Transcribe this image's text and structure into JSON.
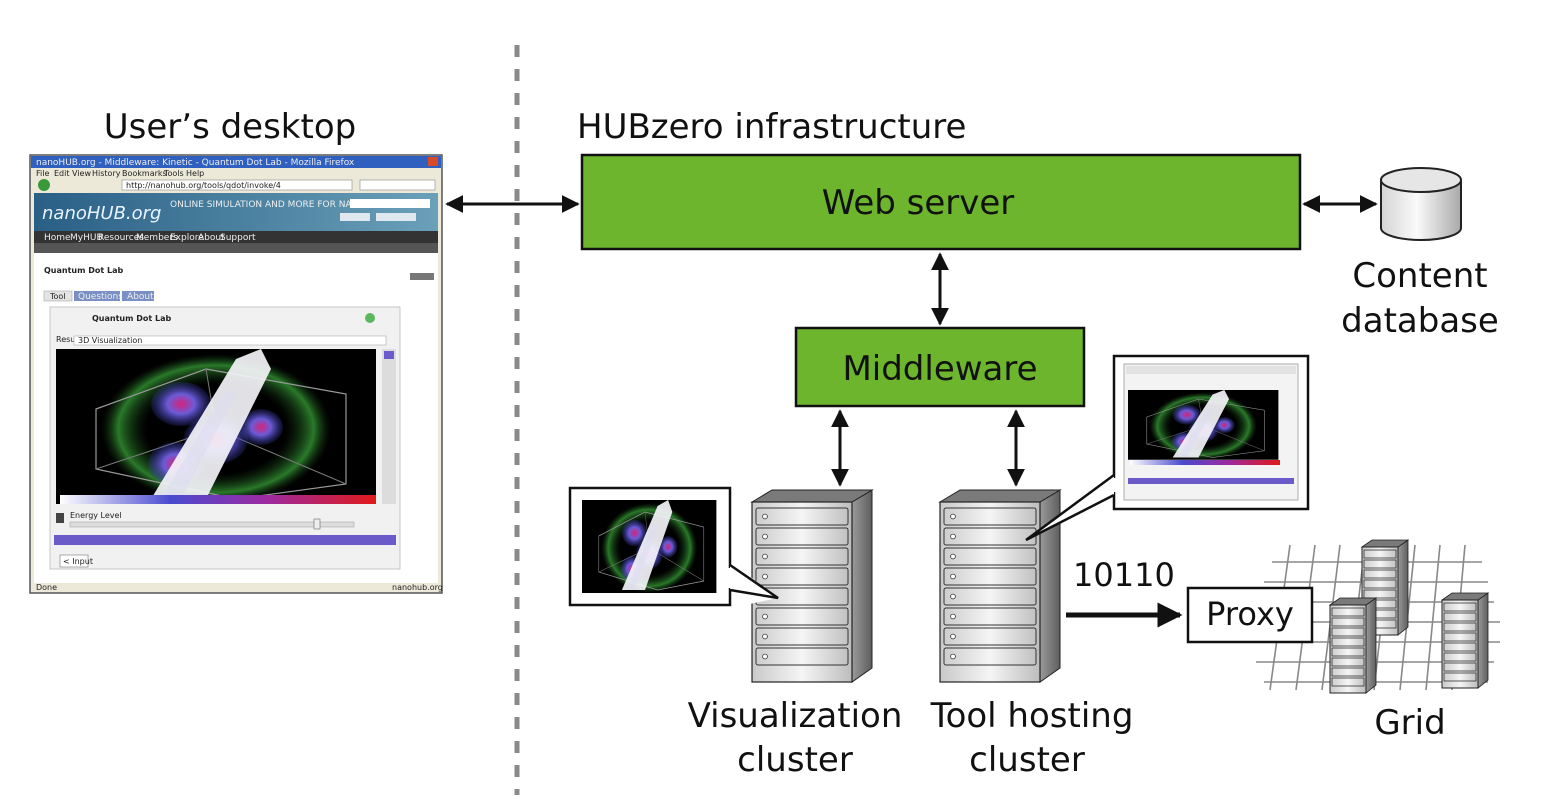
{
  "labels": {
    "user_desktop": "User’s desktop",
    "hubzero": "HUBzero infrastructure",
    "web_server": "Web server",
    "content_database_line1": "Content",
    "content_database_line2": "database",
    "middleware": "Middleware",
    "vis_cluster_line1": "Visualization",
    "vis_cluster_line2": "cluster",
    "tool_cluster_line1": "Tool hosting",
    "tool_cluster_line2": "cluster",
    "bits": "10110",
    "proxy": "Proxy",
    "grid": "Grid"
  },
  "browser": {
    "window_title": "nanoHUB.org - Middleware: Kinetic - Quantum Dot Lab - Mozilla Firefox",
    "menu": [
      "File",
      "Edit",
      "View",
      "History",
      "Bookmarks",
      "Tools",
      "Help"
    ],
    "url": "http://nanohub.org/tools/qdot/invoke/4",
    "logo": "nanoHUB.org",
    "tagline": "ONLINE SIMULATION AND MORE FOR NANOTECHNOLOGY",
    "nav": [
      "Home",
      "MyHUB",
      "Resources",
      "Members",
      "Explore",
      "About",
      "Support"
    ],
    "page_title": "Quantum Dot Lab",
    "tabs": [
      "Tool",
      "Questions",
      "About"
    ],
    "tool_name": "Quantum Dot Lab",
    "result_label": "Result:",
    "result_value": "3D Visualization",
    "slider_label": "Energy Level",
    "input_button": "< Input",
    "status_left": "Done",
    "status_right": "nanohub.org"
  },
  "colors": {
    "green_box": "#6cb52d",
    "arrow": "#111111",
    "dashed_line": "#8a8a8a",
    "server_fill": "#e8e8e8"
  }
}
